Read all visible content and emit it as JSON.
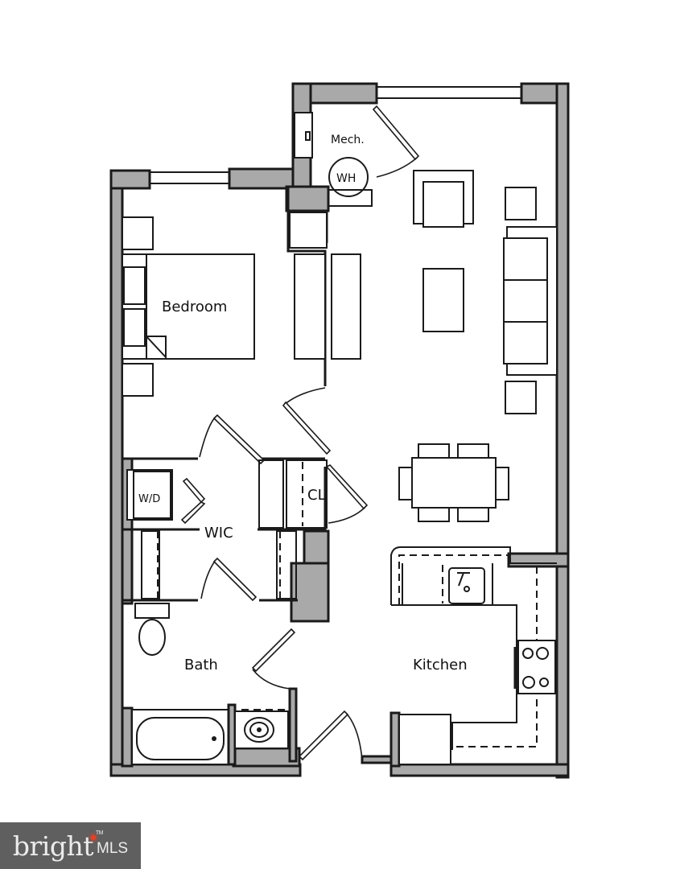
{
  "floor_plan": {
    "rooms": [
      {
        "id": "mech",
        "label": "Mech."
      },
      {
        "id": "water_heater",
        "label": "WH"
      },
      {
        "id": "bedroom",
        "label": "Bedroom"
      },
      {
        "id": "washer_dryer",
        "label": "W/D"
      },
      {
        "id": "closet",
        "label": "CL"
      },
      {
        "id": "walk_in_closet",
        "label": "WIC"
      },
      {
        "id": "bath",
        "label": "Bath"
      },
      {
        "id": "kitchen",
        "label": "Kitchen"
      }
    ],
    "colors": {
      "wall_fill": "#a9a9a9",
      "line": "#1a1a1a",
      "background": "#ffffff"
    }
  },
  "branding": {
    "logo_word": "bright",
    "logo_suffix": "MLS",
    "trademark": "TM",
    "logo_bg": "#5f5f5f",
    "accent": "#e0432a"
  }
}
